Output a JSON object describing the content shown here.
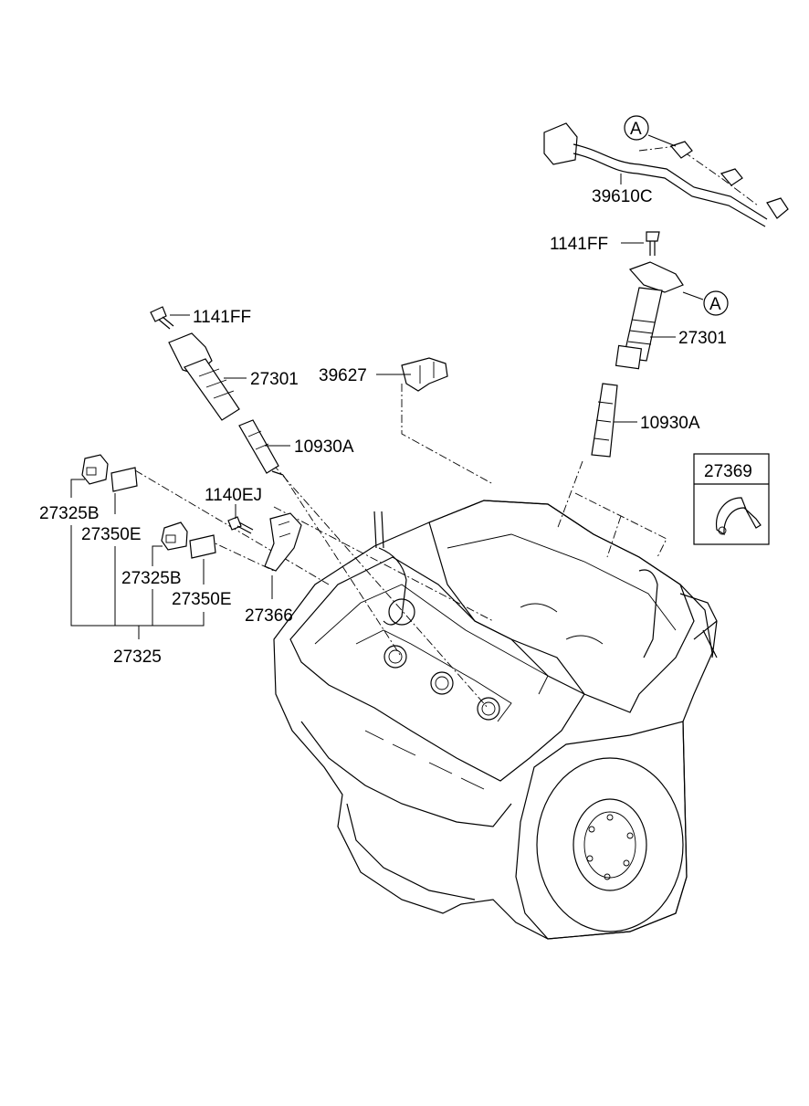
{
  "diagram": {
    "labels": {
      "harness": "39610C",
      "bolt_right": "1141FF",
      "coil_right": "27301",
      "plug_right": "10930A",
      "bracket_center": "39627",
      "bolt_left": "1141FF",
      "coil_left": "27301",
      "plug_left": "10930A",
      "bolt_small": "1140EJ",
      "bracket_left": "27366",
      "connector_a": "27325B",
      "clip_a": "27350E",
      "connector_b": "27325B",
      "clip_b": "27350E",
      "connector_assembly": "27325",
      "clip_box": "27369",
      "ref_a_top": "A",
      "ref_a_coil": "A"
    }
  }
}
